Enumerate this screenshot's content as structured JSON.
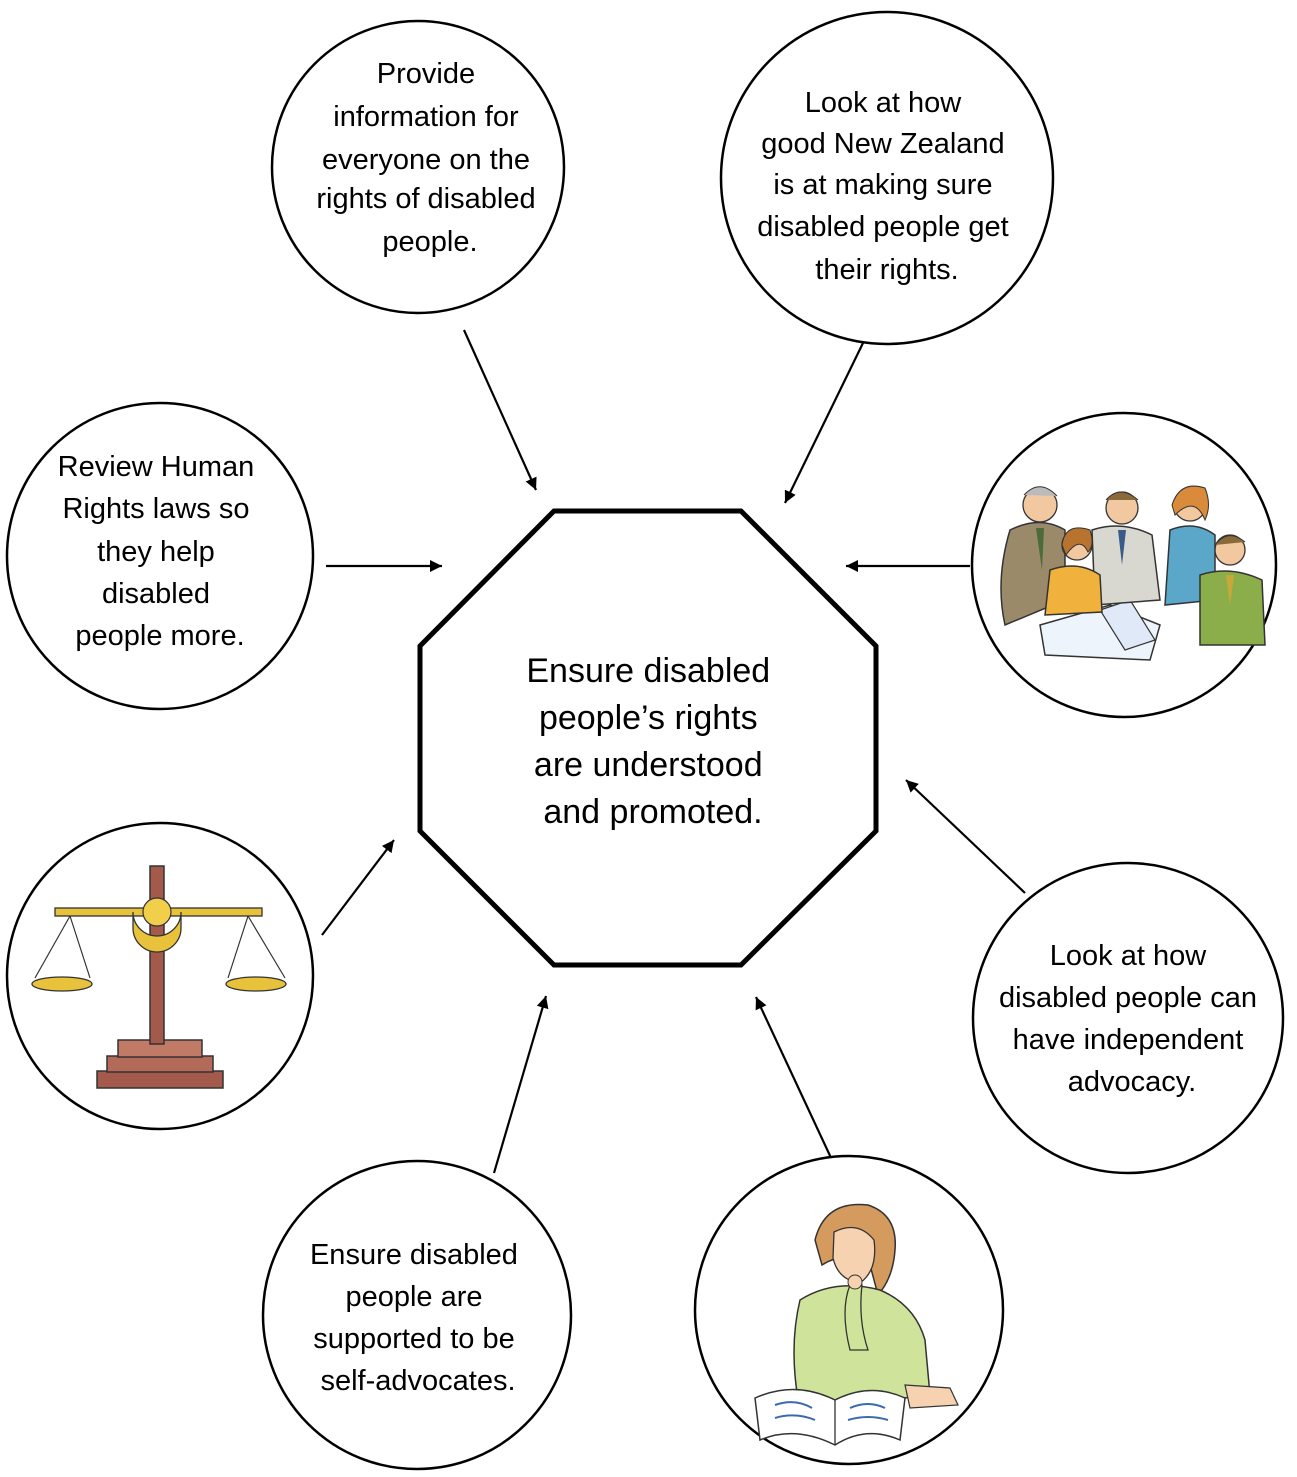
{
  "center": {
    "lines": [
      "Ensure disabled",
      "people’s rights",
      "are understood",
      "and promoted."
    ]
  },
  "nodes": [
    {
      "id": "provide-information",
      "lines": [
        "Provide",
        "information for",
        "everyone on the",
        "rights of disabled",
        "people."
      ]
    },
    {
      "id": "look-at-nz",
      "lines": [
        "Look at how",
        "good New Zealand",
        "is at making sure",
        "disabled people get",
        "their rights."
      ]
    },
    {
      "id": "review-laws",
      "lines": [
        "Review Human",
        "Rights laws so",
        "they help",
        "disabled",
        "people more."
      ]
    },
    {
      "id": "independent-advocacy",
      "lines": [
        "Look at how",
        "disabled people can",
        "have independent",
        "advocacy."
      ]
    },
    {
      "id": "self-advocates",
      "lines": [
        "Ensure  disabled",
        "people are",
        "supported to be",
        "self-advocates."
      ]
    }
  ],
  "images": [
    {
      "id": "meeting-group",
      "icon": "people-meeting-icon"
    },
    {
      "id": "justice-scales",
      "icon": "scales-of-justice-icon"
    },
    {
      "id": "thinking-woman",
      "icon": "thinking-woman-reading-icon"
    }
  ]
}
